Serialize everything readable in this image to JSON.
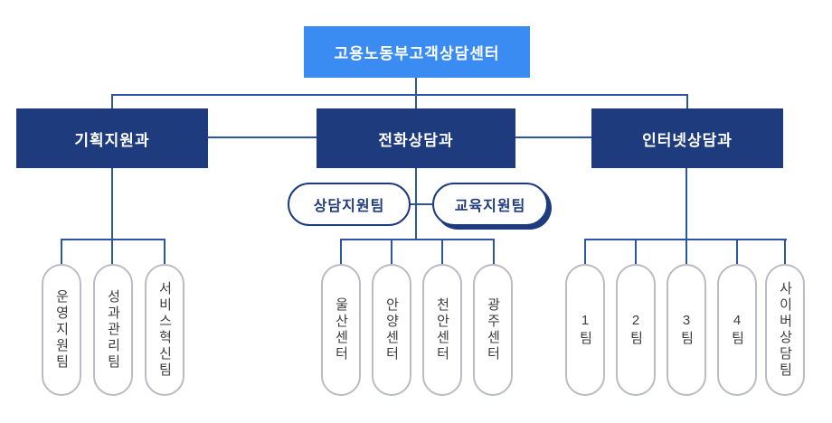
{
  "chart": {
    "root": {
      "label": "고용노동부고객상담센터"
    },
    "divisions": [
      {
        "label": "기획지원과"
      },
      {
        "label": "전화상담과"
      },
      {
        "label": "인터넷상담과"
      }
    ],
    "phone_support_teams": [
      {
        "label": "상담지원팀"
      },
      {
        "label": "교육지원팀"
      }
    ],
    "planning_teams": [
      {
        "label": "운영지원팀"
      },
      {
        "label": "성과관리팀"
      },
      {
        "label": "서비스혁신팀"
      }
    ],
    "call_centers": [
      {
        "label": "울산센터"
      },
      {
        "label": "안양센터"
      },
      {
        "label": "천안센터"
      },
      {
        "label": "광주센터"
      }
    ],
    "internet_teams": [
      {
        "label": "1팀"
      },
      {
        "label": "2팀"
      },
      {
        "label": "3팀"
      },
      {
        "label": "4팀"
      },
      {
        "label": "사이버상담팀"
      }
    ]
  },
  "colors": {
    "root_box": "#3b8cf2",
    "division_box": "#1e3c7d",
    "connector": "#2b55a5",
    "pill_border": "#b9bcc2",
    "pill_text": "#3d3d3d"
  }
}
